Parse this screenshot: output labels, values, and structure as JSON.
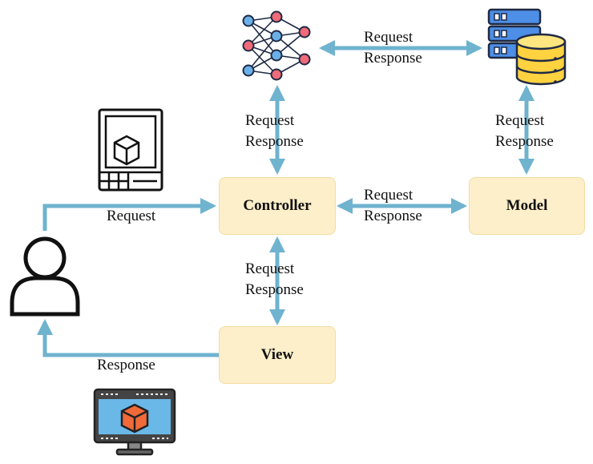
{
  "nodes": {
    "controller": "Controller",
    "model": "Model",
    "view": "View"
  },
  "edges": {
    "ai_db": {
      "line1": "Request",
      "line2": "Response"
    },
    "ai_controller": {
      "line1": "Request",
      "line2": "Response"
    },
    "db_model": {
      "line1": "Request",
      "line2": "Response"
    },
    "controller_model": {
      "line1": "Request",
      "line2": "Response"
    },
    "controller_view": {
      "line1": "Request",
      "line2": "Response"
    },
    "user_controller": {
      "line1": "Request"
    },
    "view_user": {
      "line1": "Response"
    }
  },
  "icons": {
    "neural_network": "neural-network-icon",
    "database": "server-database-icon",
    "tablet": "tablet-3d-cube-icon",
    "user": "user-icon",
    "monitor": "monitor-3d-cube-icon"
  },
  "colors": {
    "arrow": "#6fb3cf",
    "box_fill": "#fdefc9"
  }
}
